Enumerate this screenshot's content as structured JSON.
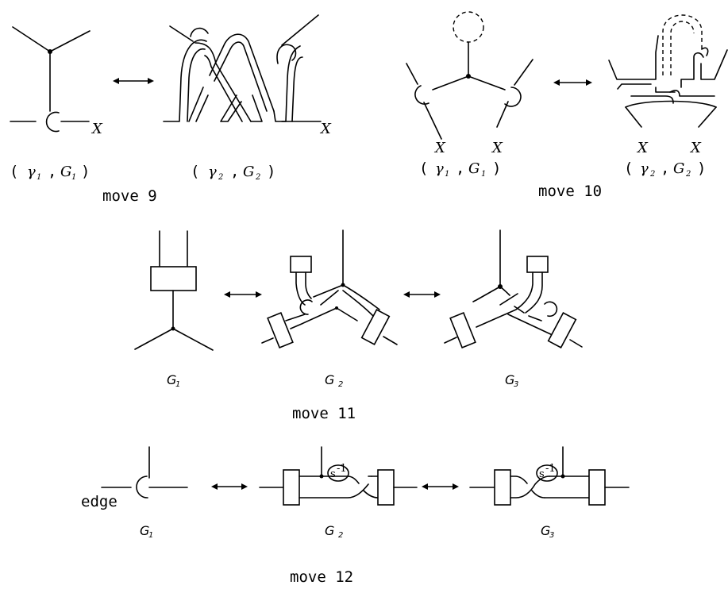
{
  "labels": {
    "x": "X",
    "gamma": "γ",
    "g": "G",
    "sub1": "1",
    "sub2": "2",
    "sub3": "3",
    "paren_open": "(",
    "paren_close": ")",
    "comma": ",",
    "edge": "edge",
    "s": "s",
    "neg1": "-1"
  },
  "captions": {
    "move9": "move 9",
    "move10": "move 10",
    "move11": "move 11",
    "move12": "move 12"
  }
}
